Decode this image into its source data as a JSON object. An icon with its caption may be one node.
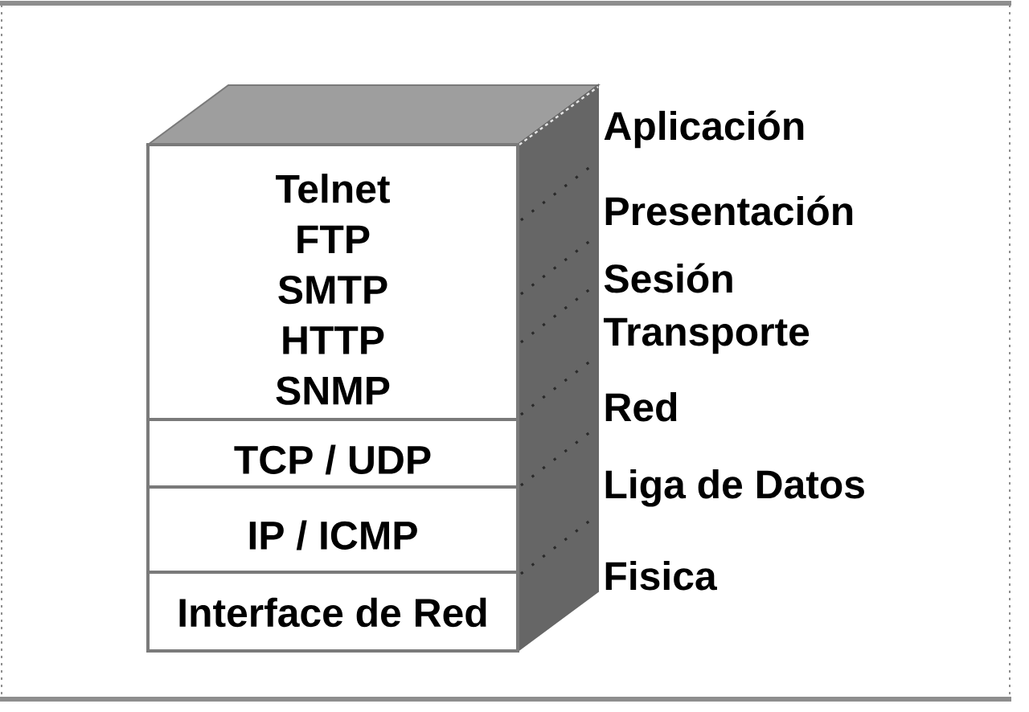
{
  "diagram": {
    "nodes": [
      {
        "text": [],
        "shape": "cube"
      },
      {
        "text": [
          "Telnet",
          "FTP",
          "SMTP",
          "HTTP",
          "SNMP"
        ],
        "in": 0
      },
      {
        "text": [
          "TCP / UDP"
        ],
        "in": 0
      },
      {
        "text": [
          "IP / ICMP"
        ],
        "in": 0
      },
      {
        "text": [
          "Interface de Red"
        ],
        "in": 0
      }
    ],
    "labels": [
      "Aplicación",
      "Presentación",
      "Sesión",
      "Transporte",
      "Red",
      "Liga de Datos",
      "Fisica"
    ]
  }
}
